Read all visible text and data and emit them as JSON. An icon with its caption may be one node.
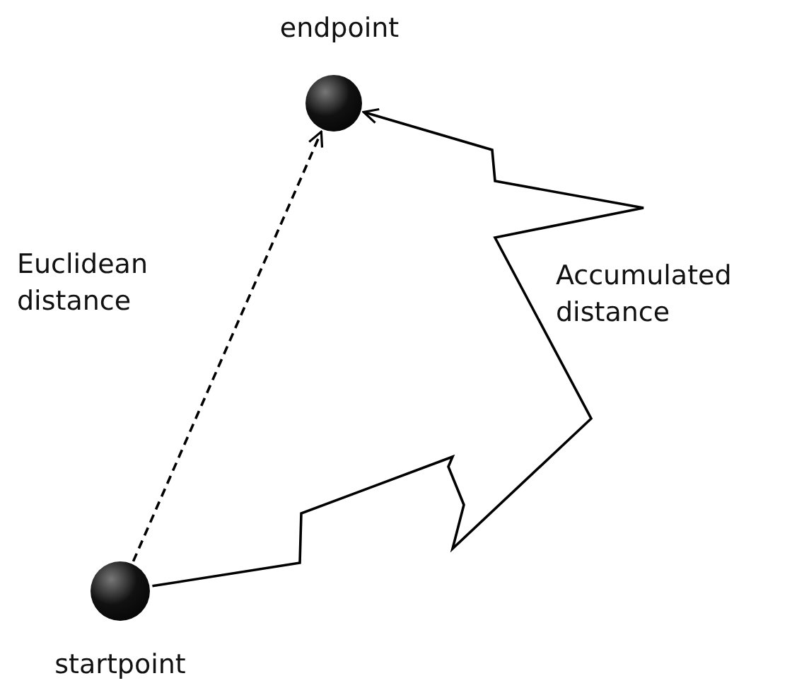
{
  "diagram": {
    "nodes": [
      {
        "text": [],
        "shape": "circle",
        "beside": [
          "endpoint"
        ]
      },
      {
        "text": [],
        "shape": "circle",
        "beside": [
          "startpoint"
        ]
      }
    ],
    "edges": [
      {
        "from": 1,
        "to": 0,
        "arrow": "to",
        "style": "dashed",
        "label": "Euclidean distance"
      },
      {
        "from": 1,
        "to": 0,
        "arrow": "to",
        "label": "Accumulated distance"
      }
    ]
  }
}
